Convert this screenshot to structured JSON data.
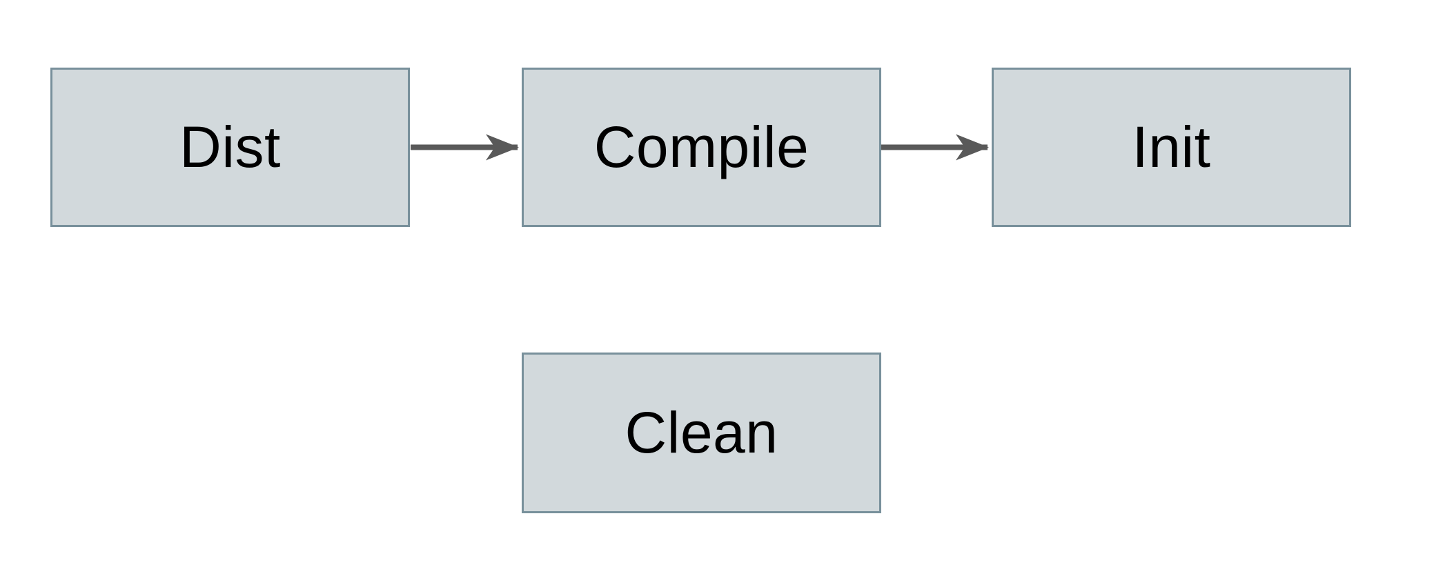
{
  "diagram": {
    "type": "flowchart",
    "colors": {
      "background": "#ffffff",
      "node_fill": "#d2d9dc",
      "node_border": "#78909b",
      "arrow": "#595959",
      "label_text": "#000000"
    },
    "nodes": [
      {
        "id": "dist",
        "label": "Dist"
      },
      {
        "id": "compile",
        "label": "Compile"
      },
      {
        "id": "init",
        "label": "Init"
      },
      {
        "id": "clean",
        "label": "Clean"
      }
    ],
    "edges": [
      {
        "from": "Dist",
        "to": "Compile",
        "style": "solid",
        "head": "filled-stealth-arrow"
      },
      {
        "from": "Compile",
        "to": "Init",
        "style": "solid",
        "head": "filled-stealth-arrow"
      }
    ]
  }
}
